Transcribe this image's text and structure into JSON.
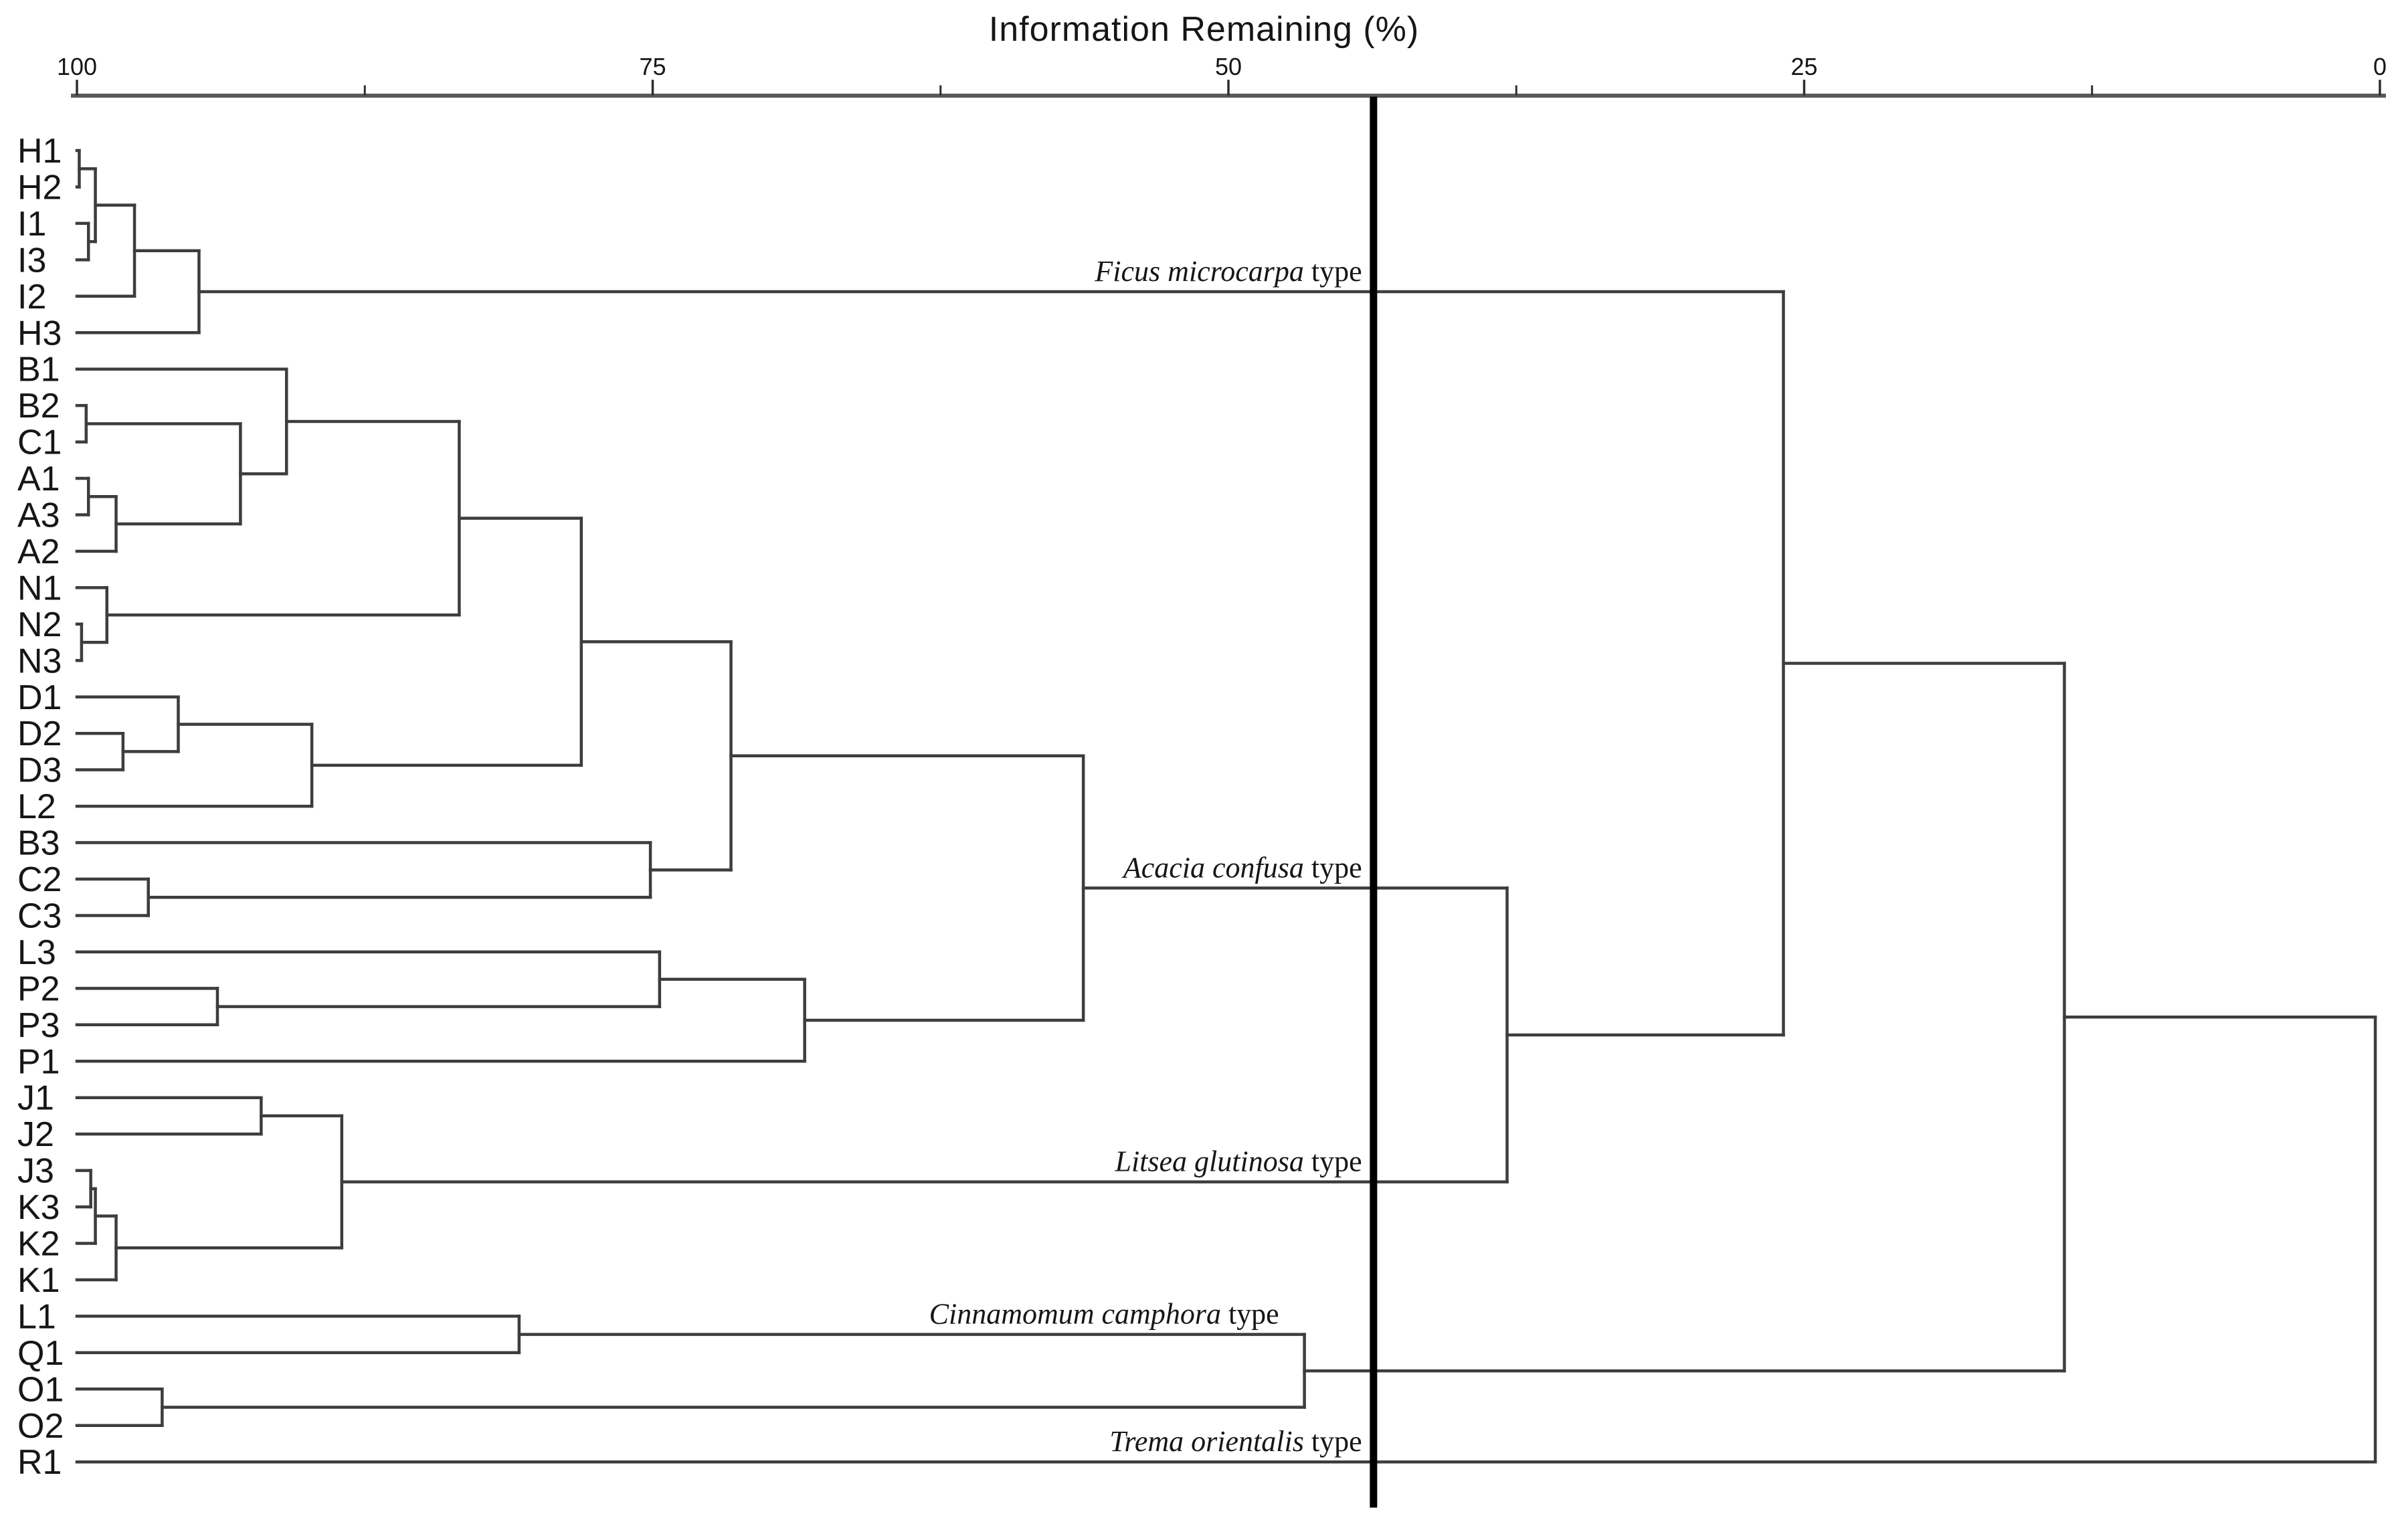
{
  "chart_data": {
    "type": "dendrogram",
    "title": "Information Remaining (%)",
    "axis": {
      "orientation": "top",
      "direction": "values decrease left-to-right",
      "range": [
        100,
        0
      ],
      "major_ticks": [
        100,
        75,
        50,
        25,
        0
      ],
      "minor_ticks": [
        87.5,
        62.5,
        37.5,
        12.5
      ]
    },
    "reference_cut_line_ir": 43.7,
    "leaves": [
      "H1",
      "H2",
      "I1",
      "I3",
      "I2",
      "H3",
      "B1",
      "B2",
      "C1",
      "A1",
      "A3",
      "A2",
      "N1",
      "N2",
      "N3",
      "D1",
      "D2",
      "D3",
      "L2",
      "B3",
      "C2",
      "C3",
      "L3",
      "P2",
      "P3",
      "P1",
      "J1",
      "J2",
      "J3",
      "K3",
      "K2",
      "K1",
      "L1",
      "Q1",
      "O1",
      "O2",
      "R1"
    ],
    "tree": {
      "id": "root",
      "ir": 0.2,
      "children": [
        {
          "ir": 13.7,
          "children": [
            {
              "ir": 25.9,
              "children": [
                {
                  "id": "ficus",
                  "ir": 94.7,
                  "children": [
                    {
                      "ir": 97.5,
                      "children": [
                        {
                          "ir": 99.2,
                          "children": [
                            {
                              "ir": 99.9,
                              "children": [
                                {
                                  "leaf": "H1"
                                },
                                {
                                  "leaf": "H2"
                                }
                              ]
                            },
                            {
                              "ir": 99.5,
                              "children": [
                                {
                                  "leaf": "I1"
                                },
                                {
                                  "leaf": "I3"
                                }
                              ]
                            }
                          ]
                        },
                        {
                          "leaf": "I2"
                        }
                      ]
                    },
                    {
                      "leaf": "H3"
                    }
                  ]
                },
                {
                  "ir": 37.9,
                  "children": [
                    {
                      "id": "acacia",
                      "ir": 56.3,
                      "children": [
                        {
                          "ir": 71.6,
                          "children": [
                            {
                              "ir": 78.1,
                              "children": [
                                {
                                  "ir": 83.4,
                                  "children": [
                                    {
                                      "ir": 90.9,
                                      "children": [
                                        {
                                          "leaf": "B1"
                                        },
                                        {
                                          "ir": 92.9,
                                          "children": [
                                            {
                                              "ir": 99.6,
                                              "children": [
                                                {
                                                  "leaf": "B2"
                                                },
                                                {
                                                  "leaf": "C1"
                                                }
                                              ]
                                            },
                                            {
                                              "ir": 98.3,
                                              "children": [
                                                {
                                                  "ir": 99.5,
                                                  "children": [
                                                    {
                                                      "leaf": "A1"
                                                    },
                                                    {
                                                      "leaf": "A3"
                                                    }
                                                  ]
                                                },
                                                {
                                                  "leaf": "A2"
                                                }
                                              ]
                                            }
                                          ]
                                        }
                                      ]
                                    },
                                    {
                                      "ir": 98.7,
                                      "children": [
                                        {
                                          "leaf": "N1"
                                        },
                                        {
                                          "ir": 99.8,
                                          "children": [
                                            {
                                              "leaf": "N2"
                                            },
                                            {
                                              "leaf": "N3"
                                            }
                                          ]
                                        }
                                      ]
                                    }
                                  ]
                                },
                                {
                                  "ir": 89.8,
                                  "children": [
                                    {
                                      "ir": 95.6,
                                      "children": [
                                        {
                                          "leaf": "D1"
                                        },
                                        {
                                          "ir": 98.0,
                                          "children": [
                                            {
                                              "leaf": "D2"
                                            },
                                            {
                                              "leaf": "D3"
                                            }
                                          ]
                                        }
                                      ]
                                    },
                                    {
                                      "leaf": "L2"
                                    }
                                  ]
                                }
                              ]
                            },
                            {
                              "ir": 75.1,
                              "children": [
                                {
                                  "leaf": "B3"
                                },
                                {
                                  "ir": 96.9,
                                  "children": [
                                    {
                                      "leaf": "C2"
                                    },
                                    {
                                      "leaf": "C3"
                                    }
                                  ]
                                }
                              ]
                            }
                          ]
                        },
                        {
                          "ir": 68.4,
                          "children": [
                            {
                              "ir": 74.7,
                              "children": [
                                {
                                  "leaf": "L3"
                                },
                                {
                                  "ir": 93.9,
                                  "children": [
                                    {
                                      "leaf": "P2"
                                    },
                                    {
                                      "leaf": "P3"
                                    }
                                  ]
                                }
                              ]
                            },
                            {
                              "leaf": "P1"
                            }
                          ]
                        }
                      ]
                    },
                    {
                      "id": "litsea",
                      "ir": 88.5,
                      "children": [
                        {
                          "ir": 92.0,
                          "children": [
                            {
                              "leaf": "J1"
                            },
                            {
                              "leaf": "J2"
                            }
                          ]
                        },
                        {
                          "ir": 98.3,
                          "children": [
                            {
                              "ir": 99.2,
                              "children": [
                                {
                                  "ir": 99.4,
                                  "children": [
                                    {
                                      "leaf": "J3"
                                    },
                                    {
                                      "leaf": "K3"
                                    }
                                  ]
                                },
                                {
                                  "leaf": "K2"
                                }
                              ]
                            },
                            {
                              "leaf": "K1"
                            }
                          ]
                        }
                      ]
                    }
                  ]
                }
              ]
            },
            {
              "id": "cinnamomum_group",
              "ir": 46.7,
              "children": [
                {
                  "id": "cinnamomum",
                  "ir": 80.8,
                  "children": [
                    {
                      "leaf": "L1"
                    },
                    {
                      "leaf": "Q1"
                    }
                  ]
                },
                {
                  "ir": 96.3,
                  "children": [
                    {
                      "leaf": "O1"
                    },
                    {
                      "leaf": "O2"
                    }
                  ]
                }
              ]
            }
          ]
        },
        {
          "leaf": "R1"
        }
      ]
    },
    "cluster_labels": [
      {
        "node": "ficus",
        "species": "Ficus microcarpa",
        "suffix": "type",
        "x_end_ir": 44.2
      },
      {
        "node": "acacia",
        "species": "Acacia confusa",
        "suffix": "type",
        "x_end_ir": 44.2
      },
      {
        "node": "litsea",
        "species": "Litsea glutinosa",
        "suffix": "type",
        "x_end_ir": 44.2
      },
      {
        "node": "cinnamomum",
        "species": "Cinnamomum camphora",
        "suffix": "type",
        "x_end_ir": 47.8
      },
      {
        "leaf": "R1",
        "species": "Trema orientalis",
        "suffix": "type",
        "x_end_ir": 44.2
      }
    ],
    "colors": {
      "background": "#ffffff",
      "tree_lines": "#3d3d3d",
      "axis_line": "#595959",
      "tick_marks": "#2e2e2e",
      "text": "#161616",
      "reference_line": "#000000"
    }
  }
}
